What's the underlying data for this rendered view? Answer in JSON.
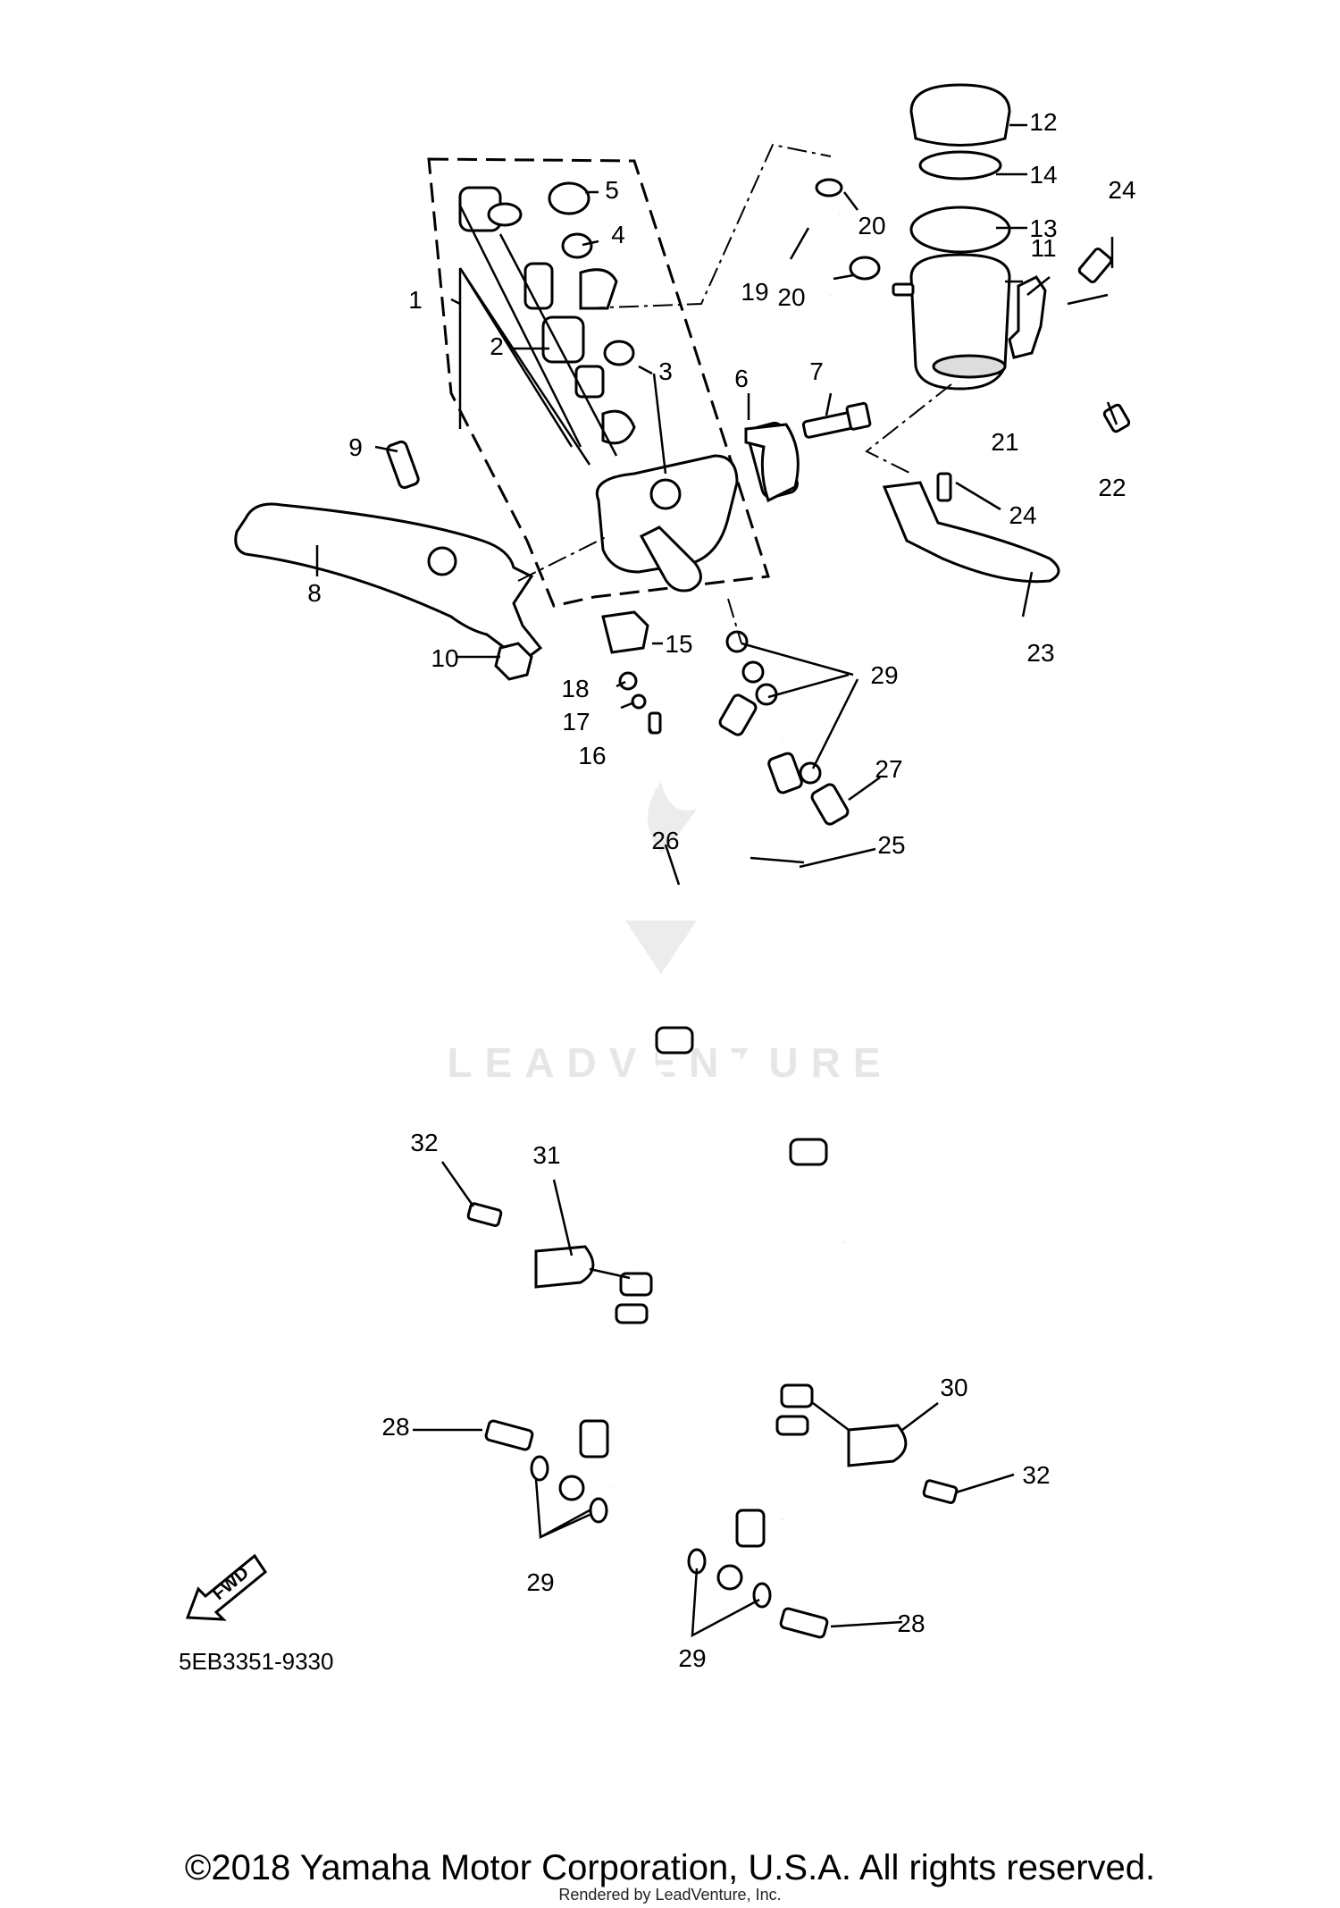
{
  "diagram": {
    "code": "5EB3351-9330",
    "fwd_label": "FWD",
    "watermark": "LEADVENTURE",
    "callouts": [
      {
        "id": "c1",
        "text": "1"
      },
      {
        "id": "c2",
        "text": "2"
      },
      {
        "id": "c3",
        "text": "3"
      },
      {
        "id": "c4",
        "text": "4"
      },
      {
        "id": "c5",
        "text": "5"
      },
      {
        "id": "c6",
        "text": "6"
      },
      {
        "id": "c7",
        "text": "7"
      },
      {
        "id": "c8",
        "text": "8"
      },
      {
        "id": "c9",
        "text": "9"
      },
      {
        "id": "c10",
        "text": "10"
      },
      {
        "id": "c11",
        "text": "11"
      },
      {
        "id": "c12",
        "text": "12"
      },
      {
        "id": "c13",
        "text": "13"
      },
      {
        "id": "c14",
        "text": "14"
      },
      {
        "id": "c15",
        "text": "15"
      },
      {
        "id": "c16",
        "text": "16"
      },
      {
        "id": "c17",
        "text": "17"
      },
      {
        "id": "c18",
        "text": "18"
      },
      {
        "id": "c19",
        "text": "19"
      },
      {
        "id": "c20a",
        "text": "20"
      },
      {
        "id": "c20b",
        "text": "20"
      },
      {
        "id": "c21",
        "text": "21"
      },
      {
        "id": "c22",
        "text": "22"
      },
      {
        "id": "c23",
        "text": "23"
      },
      {
        "id": "c24a",
        "text": "24"
      },
      {
        "id": "c24b",
        "text": "24"
      },
      {
        "id": "c25",
        "text": "25"
      },
      {
        "id": "c26",
        "text": "26"
      },
      {
        "id": "c27",
        "text": "27"
      },
      {
        "id": "c28a",
        "text": "28"
      },
      {
        "id": "c28b",
        "text": "28"
      },
      {
        "id": "c29a",
        "text": "29"
      },
      {
        "id": "c29b",
        "text": "29"
      },
      {
        "id": "c29c",
        "text": "29"
      },
      {
        "id": "c30",
        "text": "30"
      },
      {
        "id": "c31",
        "text": "31"
      },
      {
        "id": "c32a",
        "text": "32"
      },
      {
        "id": "c32b",
        "text": "32"
      }
    ]
  },
  "footer": {
    "copyright": "©2018 Yamaha Motor Corporation, U.S.A. All rights reserved.",
    "rendered_by": "Rendered by LeadVenture, Inc."
  }
}
